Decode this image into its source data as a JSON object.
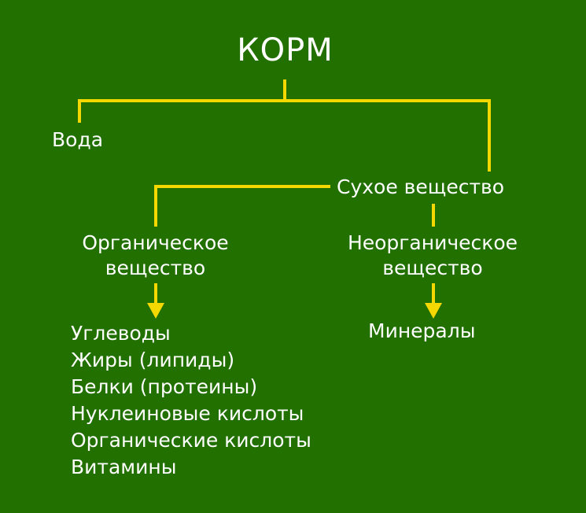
{
  "diagram": {
    "root": "КОРМ",
    "water": "Вода",
    "dry_matter": "Сухое вещество",
    "organic": [
      "Органическое",
      "вещество"
    ],
    "inorganic": [
      "Неорганическое",
      "вещество"
    ],
    "organic_items": [
      "Углеводы",
      "Жиры (липиды)",
      "Белки (протеины)",
      "Нуклеиновые кислоты",
      "Органические кислоты",
      "Витамины"
    ],
    "inorganic_items": [
      "Минералы"
    ]
  },
  "colors": {
    "background": "#217000",
    "connector": "#f5d800",
    "text": "#ffffff"
  }
}
